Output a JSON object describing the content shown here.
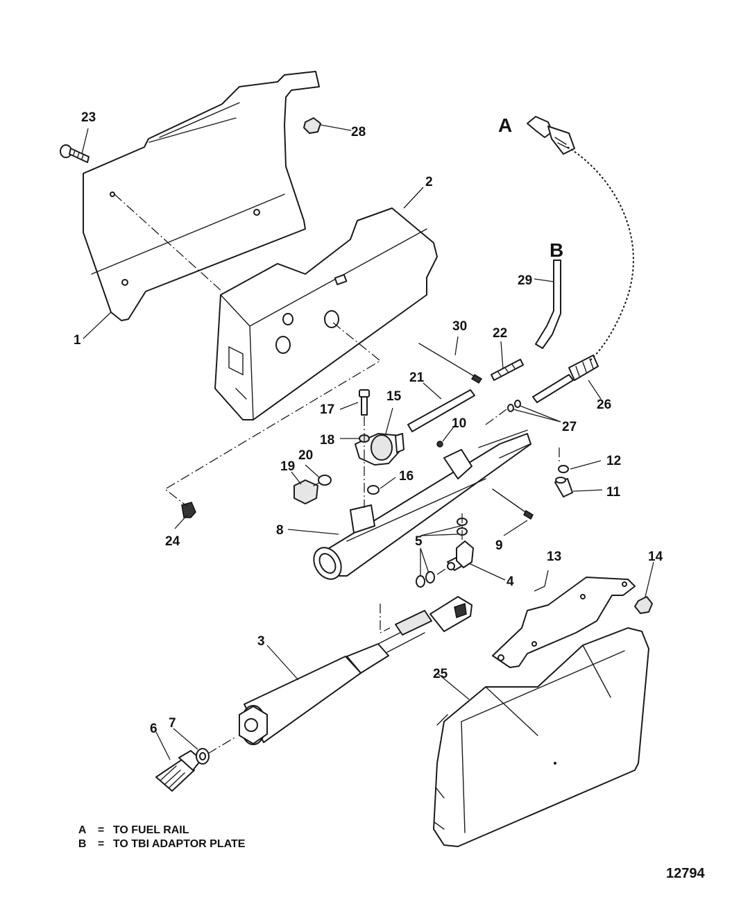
{
  "callouts": {
    "c1": "1",
    "c2": "2",
    "c3": "3",
    "c4": "4",
    "c5": "5",
    "c6": "6",
    "c7": "7",
    "c8": "8",
    "c9": "9",
    "c10": "10",
    "c11": "11",
    "c12": "12",
    "c13": "13",
    "c14": "14",
    "c15": "15",
    "c16": "16",
    "c17": "17",
    "c18": "18",
    "c19": "19",
    "c20": "20",
    "c21": "21",
    "c22": "22",
    "c23": "23",
    "c24": "24",
    "c25": "25",
    "c26": "26",
    "c27": "27",
    "c28": "28",
    "c29": "29",
    "c30": "30"
  },
  "letters": {
    "a": "A",
    "b": "B"
  },
  "legend": [
    {
      "key": "A",
      "eq": "=",
      "text": "TO FUEL RAIL"
    },
    {
      "key": "B",
      "eq": "=",
      "text": "TO TBI ADAPTOR PLATE"
    }
  ],
  "drawing_number": "12794"
}
